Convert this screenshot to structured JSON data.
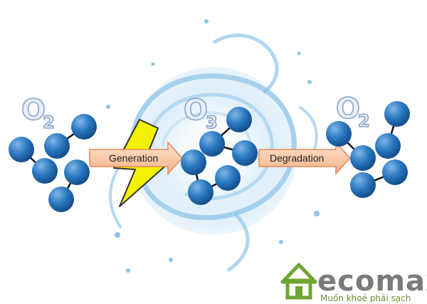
{
  "diagram": {
    "formulas": {
      "left_main": "O",
      "left_sub": "2",
      "middle_main": "O",
      "middle_sub": "3",
      "right_main": "O",
      "right_sub": "2"
    },
    "arrows": {
      "generation_label": "Generation",
      "degradation_label": "Degradation"
    },
    "colors": {
      "atom": "#1f6fb7",
      "bond": "#111111",
      "arrow_fill": "#f7c3a0",
      "arrow_stroke": "#e48a55",
      "lightning": "#f3f000",
      "splash": "#8fc5ea",
      "formula_fill": "#e6eef7",
      "brand_green": "#6ea52f"
    },
    "icons": [
      "lightning-bolt-icon",
      "house-logo-icon",
      "water-splash"
    ]
  },
  "logo": {
    "brand_text": "ecomax",
    "tagline": "Muốn khoẻ phải sạch"
  }
}
